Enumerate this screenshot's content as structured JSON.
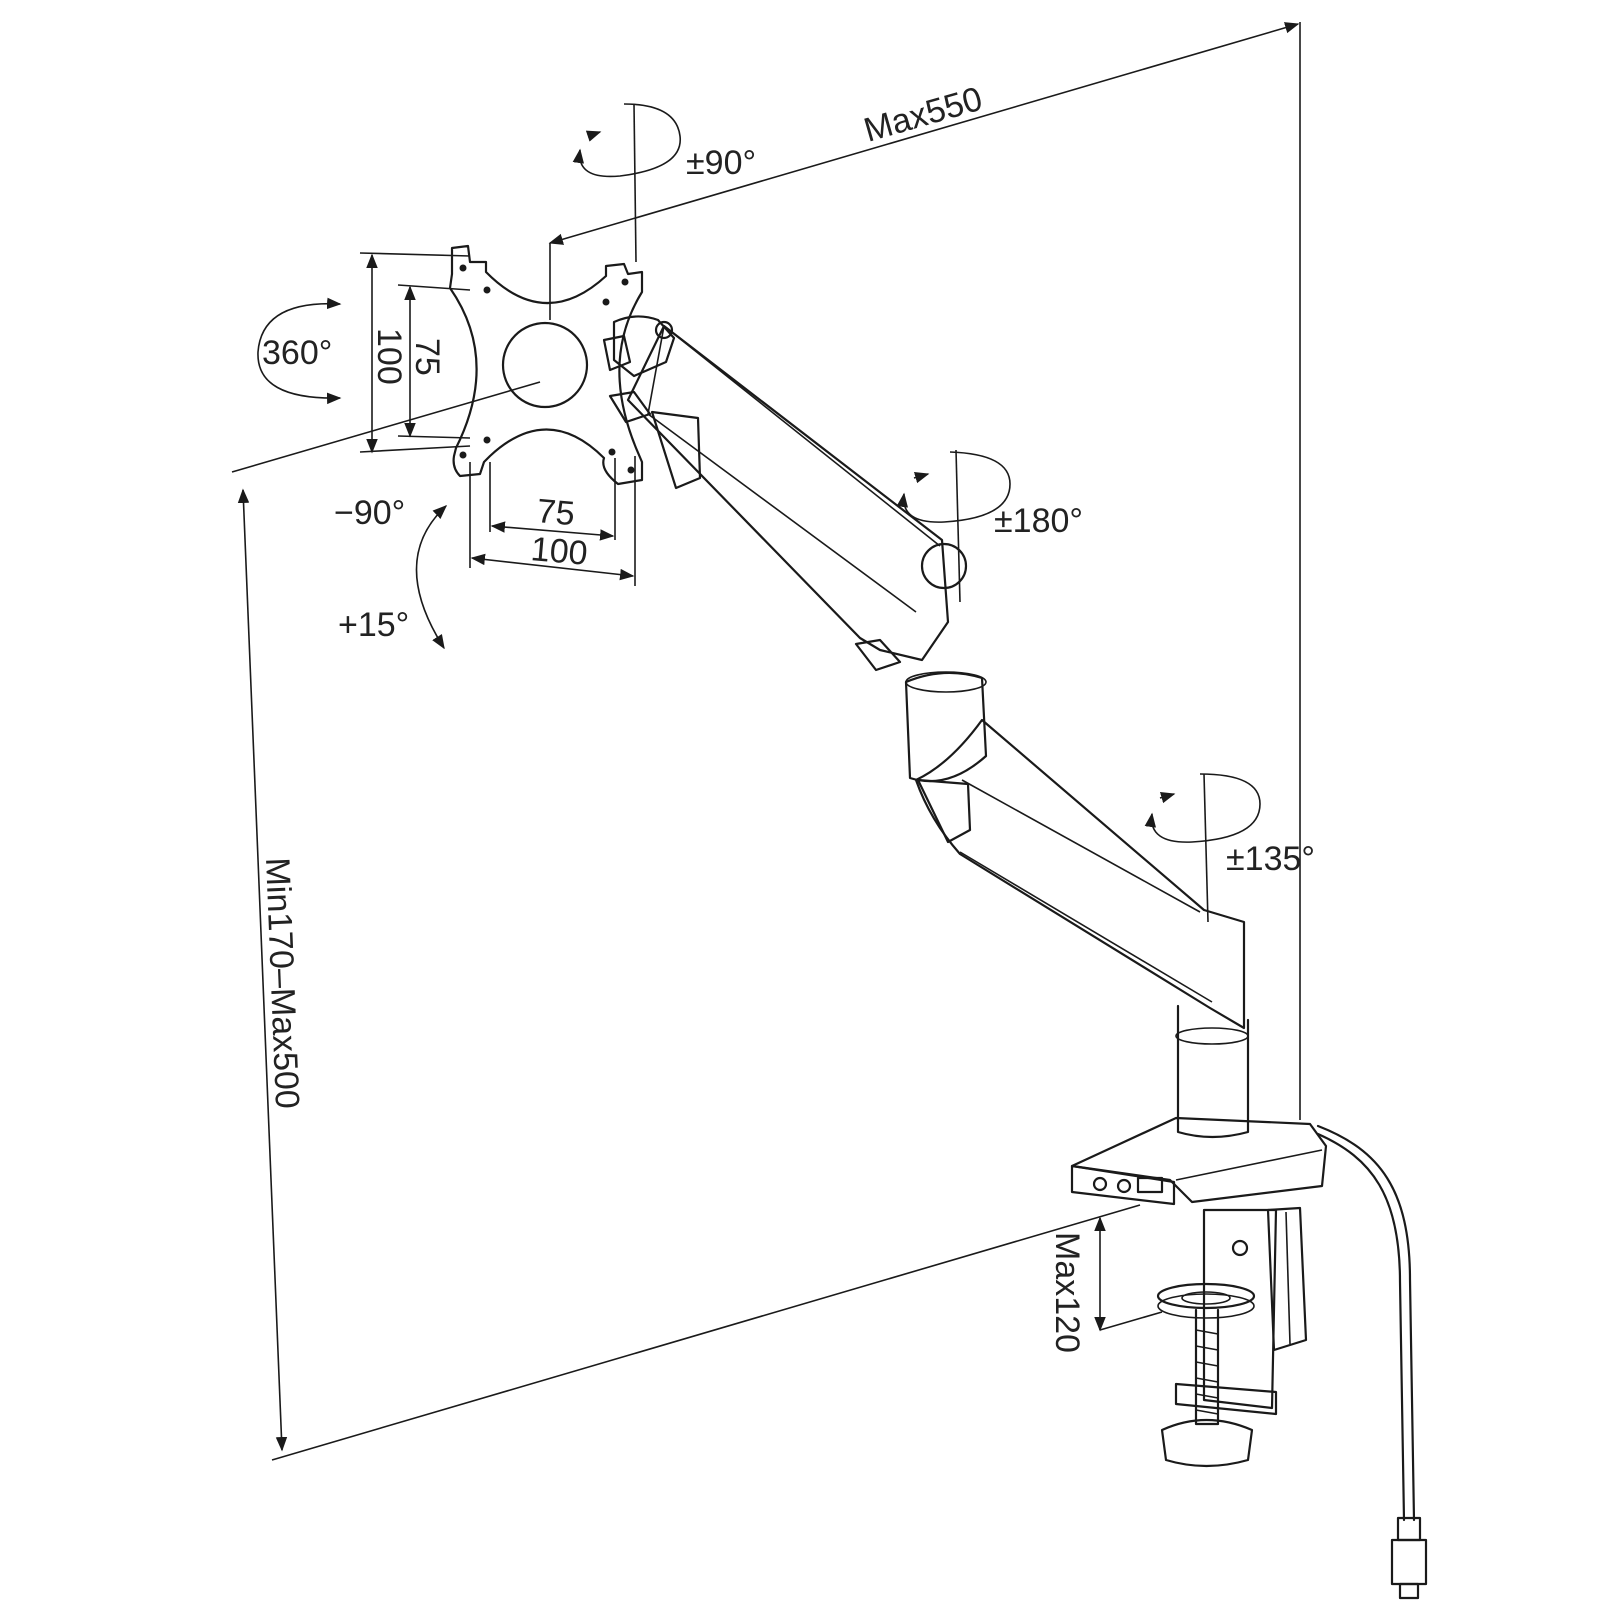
{
  "dimensions": {
    "max_reach": "Max550",
    "height_range": "Min170–Max500",
    "clamp_max": "Max120",
    "vesa_h_inner": "75",
    "vesa_h_outer": "100",
    "vesa_v_inner": "75",
    "vesa_v_outer": "100"
  },
  "rotations": {
    "head_swivel": "±90°",
    "rotation": "360°",
    "tilt_back": "−90°",
    "tilt_forward": "+15°",
    "elbow_swivel": "±180°",
    "base_swivel": "±135°"
  }
}
